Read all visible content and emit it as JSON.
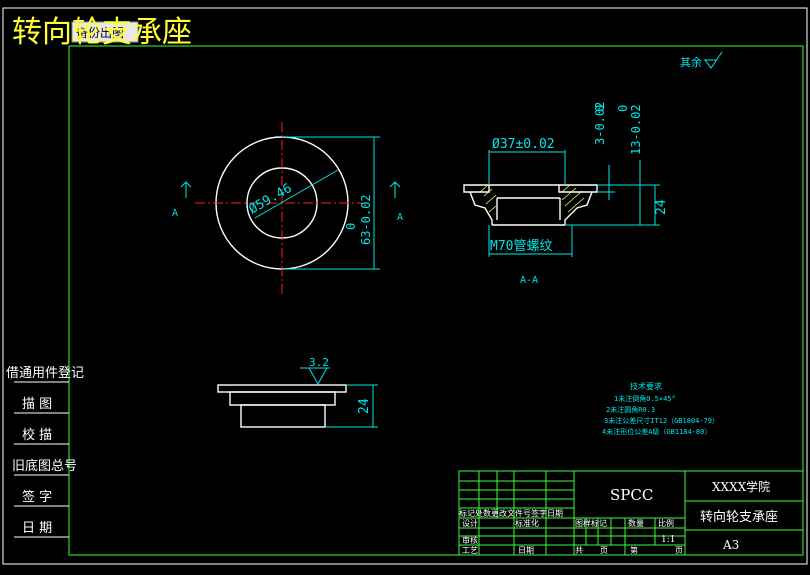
{
  "header": {
    "title": "转向轮支承座",
    "tag": "备份出图"
  },
  "roughness": {
    "other_label": "其余"
  },
  "front_view": {
    "diameter_label": "Ø59.46",
    "height_tol_upper": "0",
    "height_tol_lower": "63-0.02",
    "section_mark_left": "A",
    "section_mark_right": "A"
  },
  "section_view": {
    "diameter_label": "Ø37±0.02",
    "thread_label": "M70管螺纹",
    "tol_a_upper": "0",
    "tol_a_lower": "3-0.02",
    "tol_b_upper": "0",
    "tol_b_lower": "13-0.02",
    "height_label": "24",
    "section_caption": "A-A"
  },
  "bottom_view": {
    "roughness_value": "3.2",
    "height_label": "24"
  },
  "tech_requirements": {
    "heading": "技术要求",
    "items": [
      "1未注倒角0.5×45°",
      "2未注圆角R0.3",
      "3未注公差尺寸IT12（GB1804-79）",
      "4未注形位公差A级（GB1184-80）"
    ]
  },
  "side_labels": {
    "items": [
      "借通用件登记",
      "描 图",
      "校 描",
      "旧底图总号",
      "签 字",
      "日 期"
    ]
  },
  "title_block": {
    "material": "SPCC",
    "school": "XXXX学院",
    "part_name": "转向轮支承座",
    "sheet_size": "A3",
    "scale": "1:1",
    "row_marks": "标记处数更改文件号签字日期",
    "design": "设计",
    "standardize": "标准化",
    "stage_mark": "图样标记",
    "weight": "数量",
    "ratio": "比例",
    "review": "审核",
    "process": "工艺",
    "date": "日期",
    "total": "共",
    "sheet": "页",
    "page_of": "第",
    "page_unit": "页"
  }
}
